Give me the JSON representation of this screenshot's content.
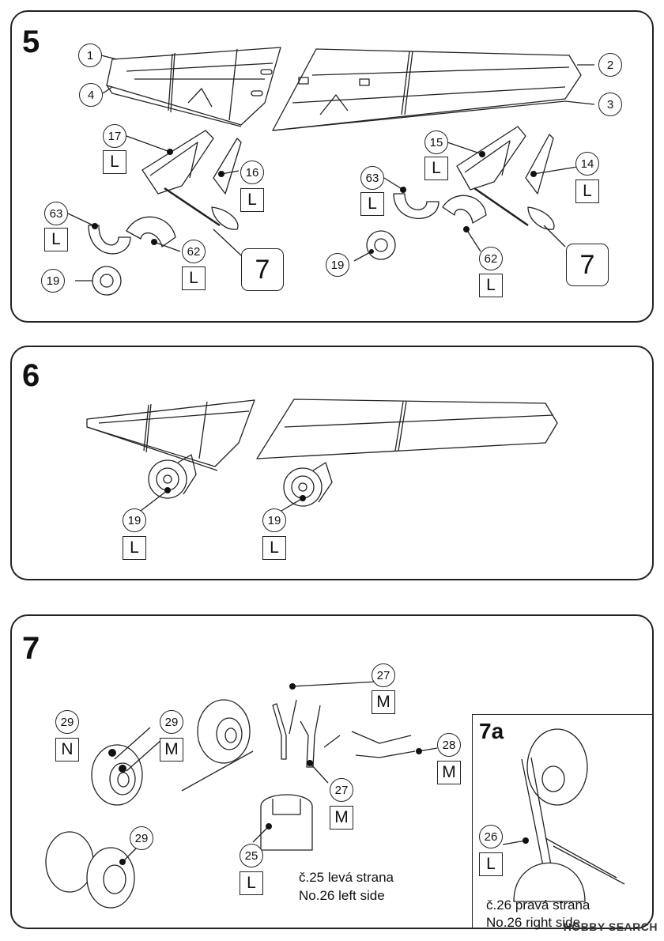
{
  "steps": {
    "s5": {
      "number": "5",
      "callouts": {
        "c1": "1",
        "c4": "4",
        "c2": "2",
        "c3": "3",
        "c17": "17",
        "c16": "16",
        "c63a": "63",
        "c62a": "62",
        "c19a": "19",
        "c15": "15",
        "c14": "14",
        "c63b": "63",
        "c19b": "19",
        "c62b": "62"
      },
      "letters": {
        "l17": "L",
        "l16": "L",
        "l63a": "L",
        "l62a": "L",
        "l15": "L",
        "l14": "L",
        "l63b": "L",
        "l62b": "L"
      },
      "refs": {
        "left": "7",
        "right": "7"
      }
    },
    "s6": {
      "number": "6",
      "callouts": {
        "c19a": "19",
        "c19b": "19"
      },
      "letters": {
        "la": "L",
        "lb": "L"
      }
    },
    "s7": {
      "number": "7",
      "callouts": {
        "c27a": "27",
        "c29a": "29",
        "c29b": "29",
        "c28": "28",
        "c27b": "27",
        "c25": "25",
        "c29c": "29"
      },
      "letters": {
        "l27a": "M",
        "l29a": "N",
        "l29b": "M",
        "l28": "M",
        "l27b": "M",
        "l25": "L"
      },
      "note_left_cz": "č.25 levá strana",
      "note_left_en": "No.26 left side"
    },
    "s7a": {
      "number": "7a",
      "callouts": {
        "c26": "26"
      },
      "letters": {
        "l26": "L"
      },
      "note_cz": "č.26 pravá strana",
      "note_en": "No.26 right side"
    }
  },
  "watermark": "HOBBY SEARCH"
}
